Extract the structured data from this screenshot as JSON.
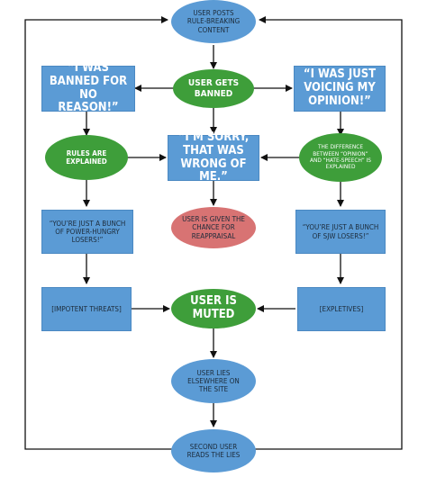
{
  "nodes": {
    "start": "User posts rule-breaking content",
    "banned_claim": "“I was banned for no reason!”",
    "user_banned": "User gets banned",
    "opinion_claim": "“I was just voicing my opinion!”",
    "rules_explained": "Rules are explained",
    "apology": "“I’m sorry, that was wrong of me.”",
    "difference_explained": "The difference between “opinion” and “hate-speech” is explained",
    "reappraisal": "User is given the chance for reappraisal",
    "power_losers": "“You’re just a bunch of power-hungry losers!”",
    "sjw_losers": "“You’re just a bunch of SJW losers!”",
    "threats": "[Impotent threats]",
    "user_muted": "User is muted",
    "expletives": "[Expletives]",
    "lies": "User lies elsewhere on the site",
    "second_user": "Second user reads the lies"
  },
  "colors": {
    "box_blue": "#5b9bd5",
    "ellipse_blue": "#5b9bd5",
    "ellipse_green": "#3e9e3a",
    "ellipse_red": "#d87373",
    "arrow": "#111111"
  }
}
